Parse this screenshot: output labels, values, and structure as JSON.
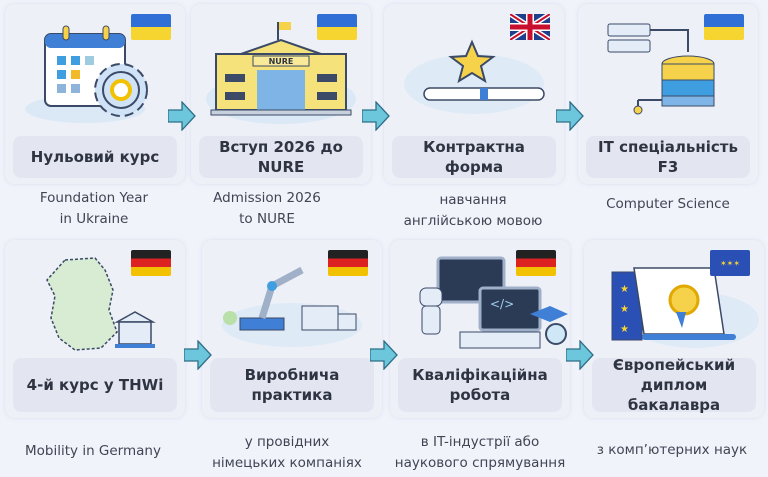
{
  "steps": [
    {
      "title": "Нульовий курс",
      "subtitle_lines": [
        "Foundation Year",
        "in Ukraine"
      ],
      "flag": "ukraine",
      "icon": "calendar-gear-icon"
    },
    {
      "title": "Вступ 2026 до NURE",
      "subtitle_lines": [
        "Admission 2026",
        "to NURE"
      ],
      "flag": "ukraine",
      "icon": "university-building-icon",
      "building_label": "NURE"
    },
    {
      "title": "Контрактна форма",
      "subtitle_lines": [
        "навчання",
        "англійською мовою"
      ],
      "flag": "united-kingdom",
      "icon": "diploma-star-icon"
    },
    {
      "title": "IT спеціальність F3",
      "subtitle_lines": [
        "Computer Science"
      ],
      "flag": "ukraine",
      "icon": "database-icon"
    },
    {
      "title": "4-й курс у THWi",
      "subtitle_lines": [
        "Mobility in Germany"
      ],
      "flag": "germany",
      "icon": "germany-map-icon"
    },
    {
      "title": "Виробнича практика",
      "subtitle_lines": [
        "у провідних",
        "німецьких компаніях"
      ],
      "flag": "germany",
      "icon": "robot-arm-icon"
    },
    {
      "title": "Кваліфікаційна робота",
      "subtitle_lines": [
        "в IT-індустрії або",
        "наукового спрямування"
      ],
      "flag": "germany",
      "icon": "robot-computer-icon"
    },
    {
      "title": "Європейський диплом бакалавра",
      "subtitle_lines": [
        "з комп’ютерних наук"
      ],
      "flag": "european-union",
      "icon": "diploma-scroll-icon"
    }
  ],
  "colors": {
    "arrow": "#6cc6dc",
    "card": "#eef0f8",
    "title_box": "#e3e6f1",
    "text": "#2f3442"
  }
}
